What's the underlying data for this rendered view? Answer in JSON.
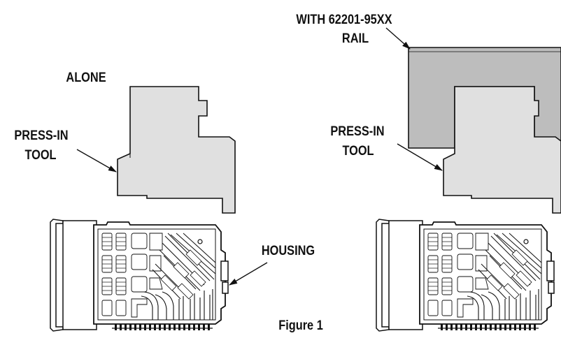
{
  "labels": {
    "alone": "ALONE",
    "press_in_tool_left": [
      "PRESS-IN",
      "TOOL"
    ],
    "press_in_tool_right": [
      "PRESS-IN",
      "TOOL"
    ],
    "rail": [
      "WITH 62201-95XX",
      "RAIL"
    ],
    "housing": "HOUSING",
    "caption": "Figure 1"
  },
  "colors": {
    "tool_fill": "#e0e0e0",
    "rail_fill": "#bdbdbd",
    "ink": "#111111",
    "housing_fill": "#ffffff"
  }
}
